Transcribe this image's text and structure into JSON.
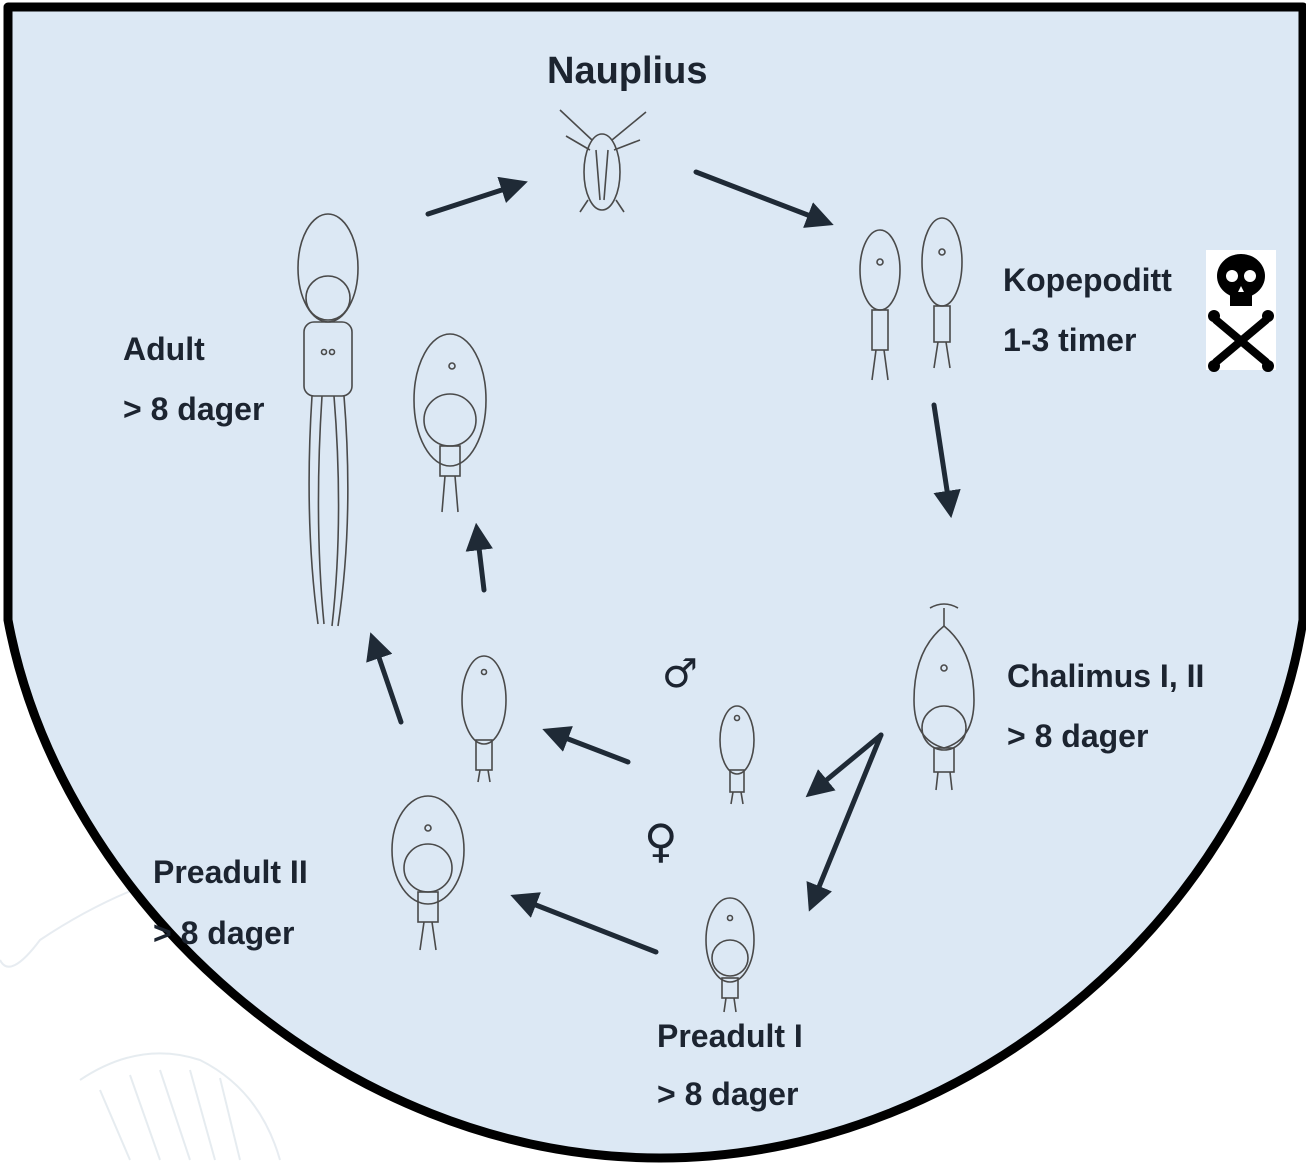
{
  "diagram": {
    "stages": {
      "nauplius": {
        "name": "Nauplius"
      },
      "kopepoditt": {
        "name": "Kopepoditt",
        "duration": "1-3 timer",
        "hazard_icon": "skull-crossbones-icon"
      },
      "chalimus": {
        "name": "Chalimus I, II",
        "duration": "> 8 dager"
      },
      "preadult1": {
        "name": "Preadult I",
        "duration": "> 8 dager"
      },
      "preadult2": {
        "name": "Preadult II",
        "duration": "> 8 dager"
      },
      "adult": {
        "name": "Adult",
        "duration": ">  8 dager"
      }
    },
    "symbols": {
      "male": "♂",
      "female": "♀"
    },
    "colors": {
      "background": "#dce8f4",
      "border": "#000000",
      "arrow": "#1f2a36",
      "text": "#1c2430"
    }
  }
}
